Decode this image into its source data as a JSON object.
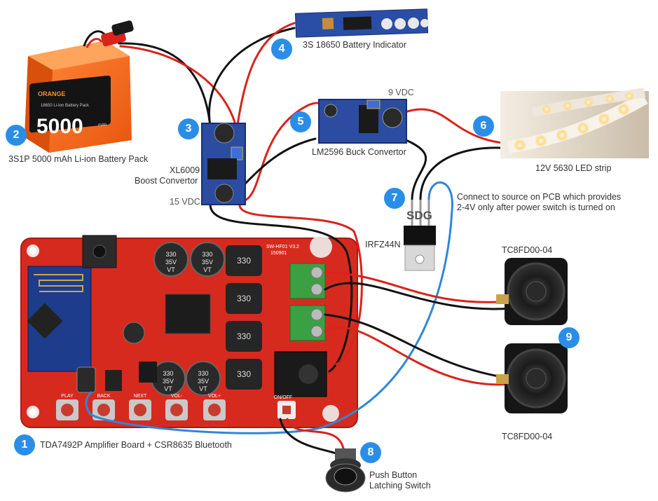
{
  "badges": [
    "1",
    "2",
    "3",
    "4",
    "5",
    "6",
    "7",
    "8",
    "9"
  ],
  "labels": {
    "amp": "TDA7492P Amplifier Board + CSR8635 Bluetooth",
    "battery": "3S1P 5000 mAh Li-ion Battery Pack",
    "boost_line1": "XL6009",
    "boost_line2": "Boost Convertor",
    "boost_voltage": "15 VDC",
    "indicator": "3S 18650 Battery Indicator",
    "buck": "LM2596 Buck Convertor",
    "buck_voltage": "9 VDC",
    "led": "12V 5630 LED strip",
    "mosfet": "IRFZ44N",
    "mosfet_pins": "SDG",
    "note_line1": "Connect to source on PCB which provides",
    "note_line2": "2-4V only after power switch is turned on",
    "button_line1": "Push Button",
    "button_line2": "Latching Switch",
    "speaker_top": "TC8FD00-04",
    "speaker_bottom": "TC8FD00-04"
  },
  "battery_graphics": {
    "brand": "ORANGE",
    "capacity": "5000",
    "unit": "mAh",
    "small_text": "18650 Li-Ion Battery Pack"
  },
  "capacitor_text": [
    "330",
    "35V",
    "VT"
  ],
  "inductor_text": "330",
  "board_marks": {
    "model": "SW-HF01 V3.2",
    "date": "150901",
    "buttons": [
      "PLAY",
      "BACK",
      "NEXT",
      "VOL-",
      "VOL+",
      "ON/OFF"
    ]
  },
  "colors": {
    "pcb": "#d72a1f",
    "wire_red": "#d9231b",
    "wire_black": "#111111",
    "wire_blue": "#2f86d8",
    "badge": "#2a8ee8",
    "led_warm": "#ffe2a8"
  }
}
